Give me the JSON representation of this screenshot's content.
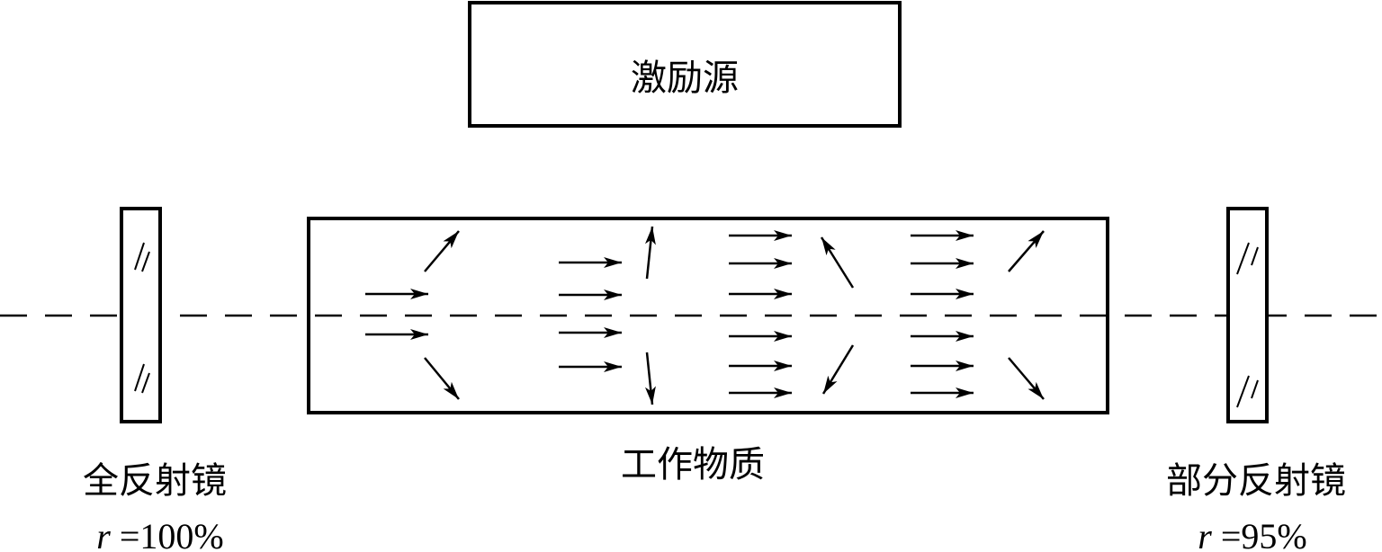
{
  "pump_source": {
    "label": "激励源"
  },
  "gain_medium": {
    "label": "工作物质"
  },
  "full_mirror": {
    "label": "全反射镜",
    "r_symbol": "r",
    "r_value": "=100%"
  },
  "partial_mirror": {
    "label": "部分反射镜",
    "r_symbol": "r",
    "r_value": "=95%"
  }
}
